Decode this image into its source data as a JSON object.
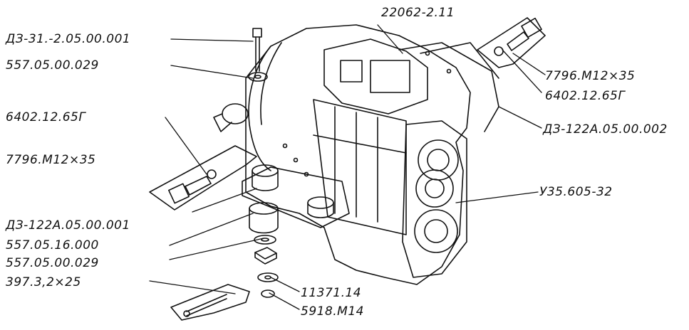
{
  "labels": {
    "top_center": "22062-2.11",
    "left_1": "ДЗ-31.-2.05.00.001",
    "left_2": "557.05.00.029",
    "left_3": "6402.12.65Г",
    "left_4": "7796.М12×35",
    "left_5": "ДЗ-122А.05.00.001",
    "left_6": "557.05.16.000",
    "left_7": "557.05.00.029",
    "left_8": "397.3,2×25",
    "right_1": "7796.М12×35",
    "right_2": "6402.12.65Г",
    "right_3": "ДЗ-122А.05.00.002",
    "right_4": "У35.605-32",
    "bottom_1": "11371.14",
    "bottom_2": "5918.М14"
  },
  "colors": {
    "ink": "#111111",
    "paper": "#ffffff"
  }
}
